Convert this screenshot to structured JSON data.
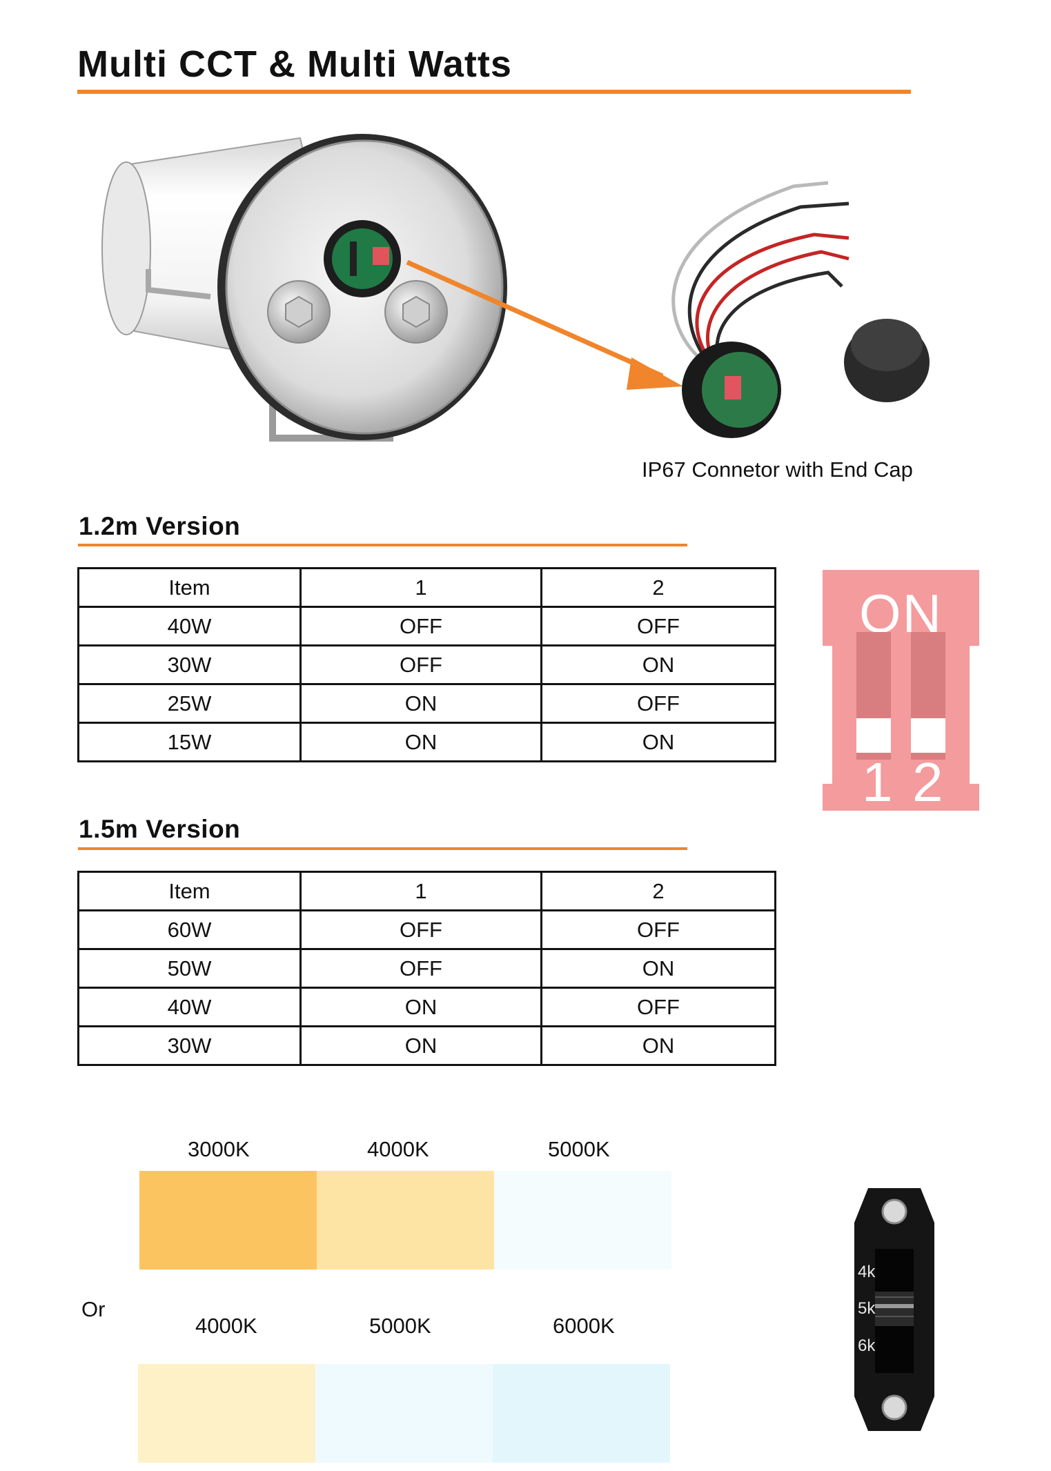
{
  "page": {
    "title": "Multi CCT & Multi Watts",
    "connector_caption": "IP67 Connetor with End Cap",
    "or_label": "Or"
  },
  "versions": [
    {
      "title": "1.2m Version",
      "header": [
        "Item",
        "1",
        "2"
      ],
      "rows": [
        [
          "40W",
          "OFF",
          "OFF"
        ],
        [
          "30W",
          "OFF",
          "ON"
        ],
        [
          "25W",
          "ON",
          "OFF"
        ],
        [
          "15W",
          "ON",
          "ON"
        ]
      ]
    },
    {
      "title": "1.5m Version",
      "header": [
        "Item",
        "1",
        "2"
      ],
      "rows": [
        [
          "60W",
          "OFF",
          "OFF"
        ],
        [
          "50W",
          "OFF",
          "ON"
        ],
        [
          "40W",
          "ON",
          "OFF"
        ],
        [
          "30W",
          "ON",
          "ON"
        ]
      ]
    }
  ],
  "dip_switch": {
    "on_label": "ON",
    "switch_labels": [
      "1",
      "2"
    ]
  },
  "cct_sets": [
    {
      "swatches": [
        {
          "label": "3000K",
          "color": "#fcc461"
        },
        {
          "label": "4000K",
          "color": "#fee4a4"
        },
        {
          "label": "5000K",
          "color": "#f4fcfd"
        }
      ]
    },
    {
      "swatches": [
        {
          "label": "4000K",
          "color": "#fff1c7"
        },
        {
          "label": "5000K",
          "color": "#effafe"
        },
        {
          "label": "6000K",
          "color": "#e3f6fc"
        }
      ]
    }
  ],
  "cct_selector": {
    "labels": [
      "4k",
      "5k",
      "6k"
    ]
  },
  "colors": {
    "accent": "#f0852b",
    "dip_switch": "#f49b9d"
  }
}
